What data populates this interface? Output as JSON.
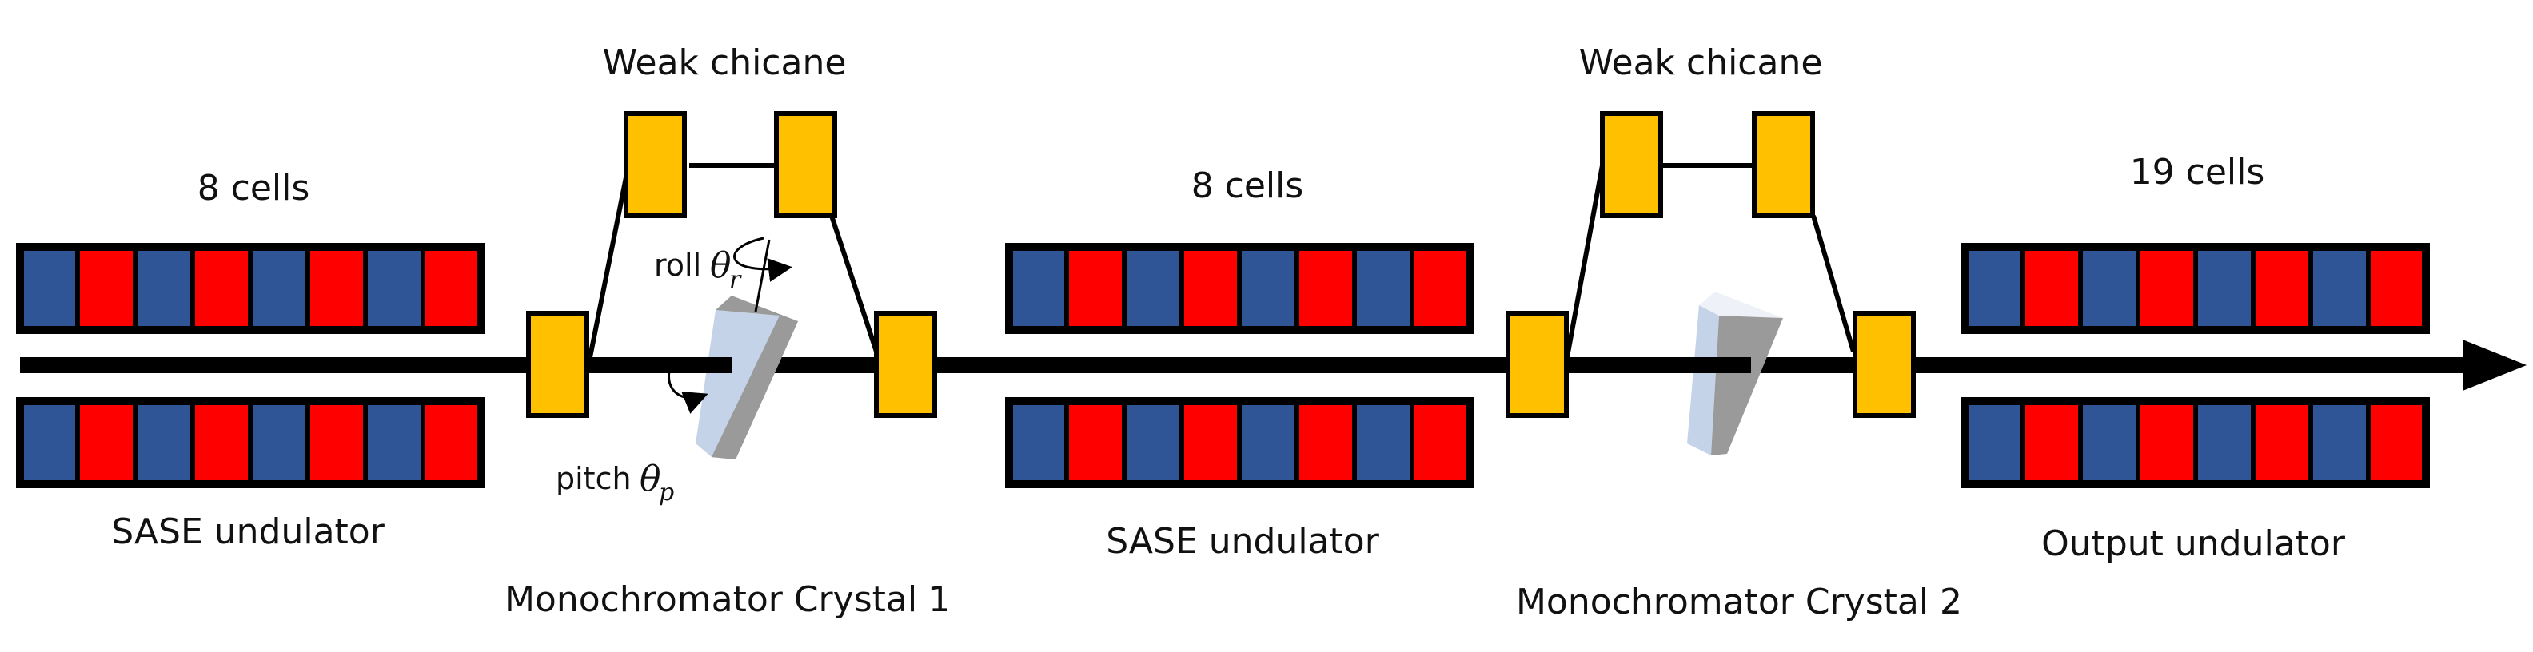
{
  "colors": {
    "blue_cell": "#2f5597",
    "red_cell": "#ff0000",
    "magnet": "#ffc000",
    "outline": "#000000",
    "beam": "#000000",
    "crystal_front": "#9a9a9a",
    "crystal_side": "#c5d3e8",
    "crystal_top": "#eef2f8"
  },
  "undulators": [
    {
      "cells_label": "8 cells",
      "name": "SASE undulator",
      "pattern": [
        "blue",
        "red",
        "blue",
        "red",
        "blue",
        "red",
        "blue",
        "red"
      ]
    },
    {
      "cells_label": "8 cells",
      "name": "SASE undulator",
      "pattern": [
        "blue",
        "red",
        "blue",
        "red",
        "blue",
        "red",
        "blue",
        "red"
      ]
    },
    {
      "cells_label": "19 cells",
      "name": "Output undulator",
      "pattern": [
        "blue",
        "red",
        "blue",
        "red",
        "blue",
        "red",
        "blue",
        "red"
      ]
    }
  ],
  "chicanes": [
    {
      "title": "Weak chicane",
      "crystal_label": "Monochromator Crystal 1"
    },
    {
      "title": "Weak chicane",
      "crystal_label": "Monochromator Crystal 2"
    }
  ],
  "crystal1_annotations": {
    "roll_word": "roll",
    "roll_symbol": "θ",
    "roll_subscript": "r",
    "pitch_word": "pitch",
    "pitch_symbol": "θ",
    "pitch_subscript": "p"
  },
  "icons": [
    "beam-arrow-icon",
    "roll-rotation-icon",
    "pitch-rotation-icon",
    "crystal-icon"
  ]
}
